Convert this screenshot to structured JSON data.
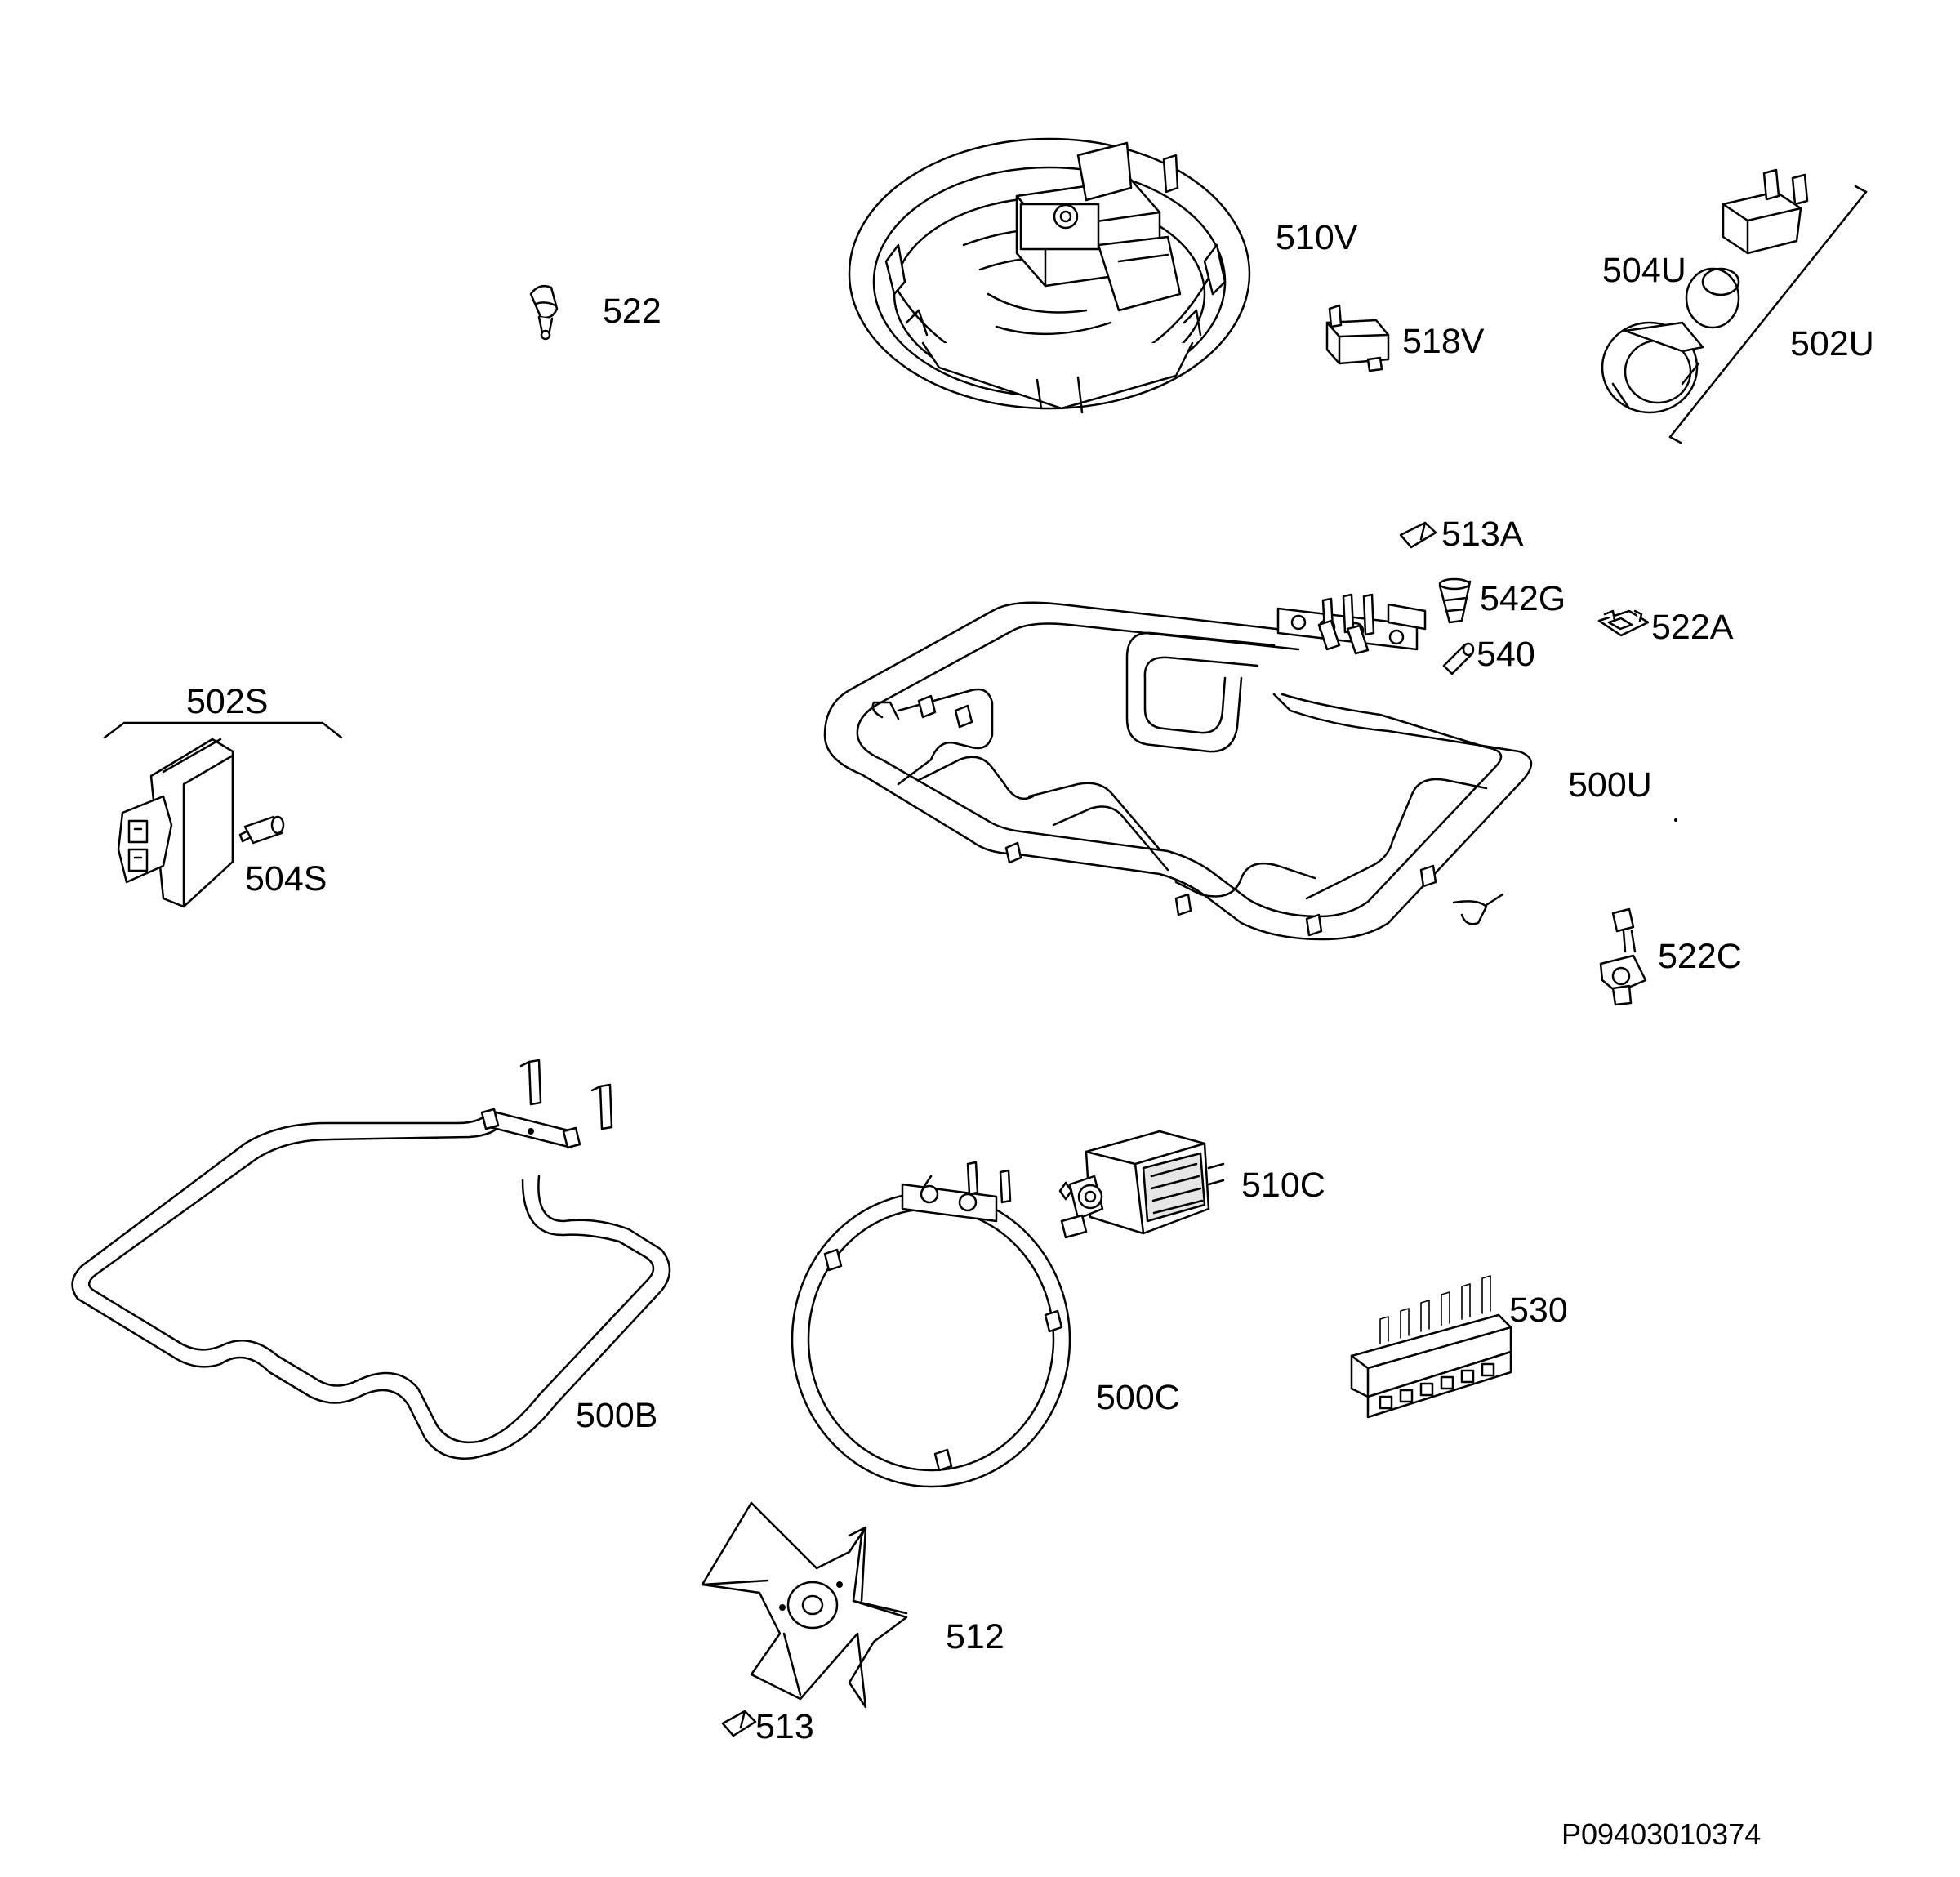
{
  "labels": {
    "p510V": "510V",
    "p522": "522",
    "p518V": "518V",
    "p504U": "504U",
    "p502U": "502U",
    "p513A": "513A",
    "p542G": "542G",
    "p540": "540",
    "p522A": "522A",
    "p502S": "502S",
    "p504S": "504S",
    "p500U": "500U",
    "p522C": "522C",
    "p510C": "510C",
    "p530": "530",
    "p500B": "500B",
    "p500C": "500C",
    "p512": "512",
    "p513": "513"
  },
  "drawing_number": "P09403010374"
}
